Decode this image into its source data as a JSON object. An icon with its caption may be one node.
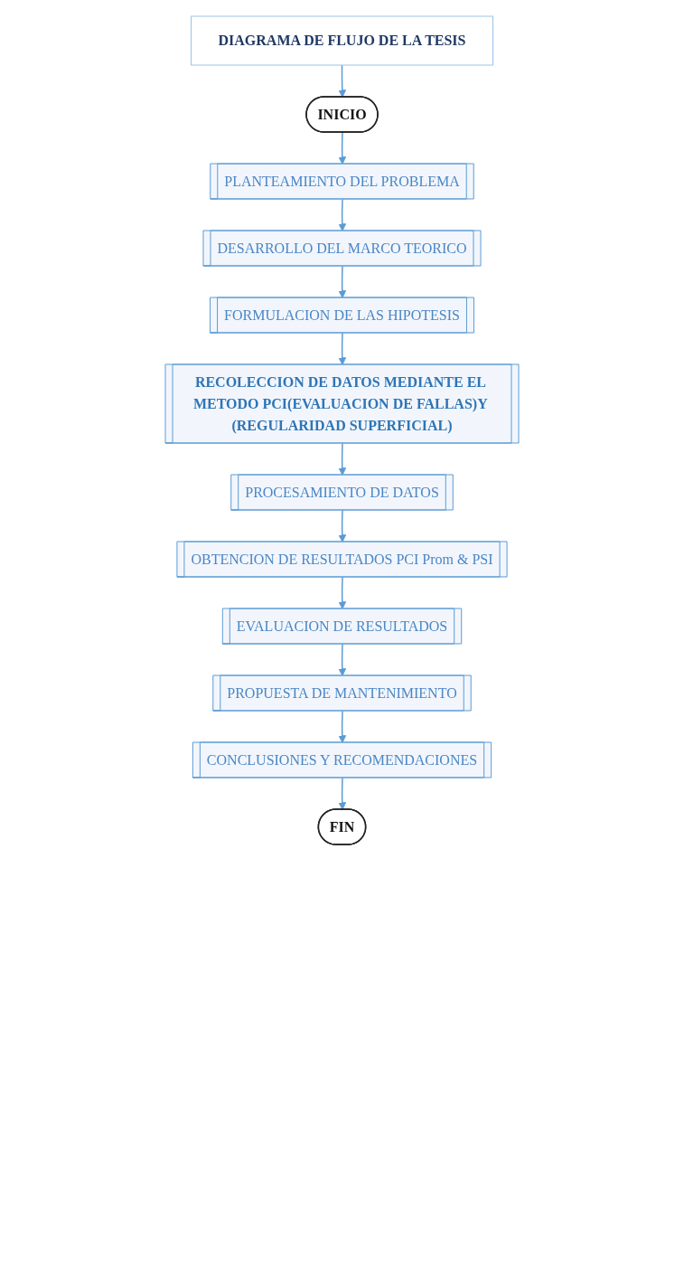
{
  "diagram": {
    "nodes": [
      {
        "text": [
          "DIAGRAMA DE FLUJO DE LA TESIS"
        ]
      },
      {
        "text": [
          "INICIO"
        ]
      },
      {
        "text": [
          "PLANTEAMIENTO DEL PROBLEMA"
        ]
      },
      {
        "text": [
          "DESARROLLO DEL MARCO TEORICO"
        ]
      },
      {
        "text": [
          "FORMULACION DE LAS HIPOTESIS"
        ]
      },
      {
        "text": [
          "RECOLECCION DE DATOS MEDIANTE EL METODO PCI(EVALUACION DE FALLAS)Y (REGULARIDAD SUPERFICIAL)"
        ]
      },
      {
        "text": [
          "PROCESAMIENTO DE DATOS"
        ]
      },
      {
        "text": [
          "OBTENCION DE RESULTADOS PCI Prom & PSI"
        ]
      },
      {
        "text": [
          "EVALUACION DE RESULTADOS"
        ]
      },
      {
        "text": [
          "PROPUESTA DE MANTENIMIENTO"
        ]
      },
      {
        "text": [
          "CONCLUSIONES Y RECOMENDACIONES"
        ]
      },
      {
        "text": [
          "FIN"
        ]
      }
    ],
    "edges": [
      {
        "from": 0,
        "to": 1,
        "arrow": "to"
      },
      {
        "from": 1,
        "to": 2,
        "arrow": "to"
      },
      {
        "from": 2,
        "to": 3,
        "arrow": "to"
      },
      {
        "from": 3,
        "to": 4,
        "arrow": "to"
      },
      {
        "from": 4,
        "to": 5,
        "arrow": "to"
      },
      {
        "from": 5,
        "to": 6,
        "arrow": "to"
      },
      {
        "from": 6,
        "to": 7,
        "arrow": "to"
      },
      {
        "from": 7,
        "to": 8,
        "arrow": "to"
      },
      {
        "from": 8,
        "to": 9,
        "arrow": "to"
      },
      {
        "from": 9,
        "to": 10,
        "arrow": "to"
      },
      {
        "from": 10,
        "to": 11,
        "arrow": "to"
      }
    ]
  }
}
